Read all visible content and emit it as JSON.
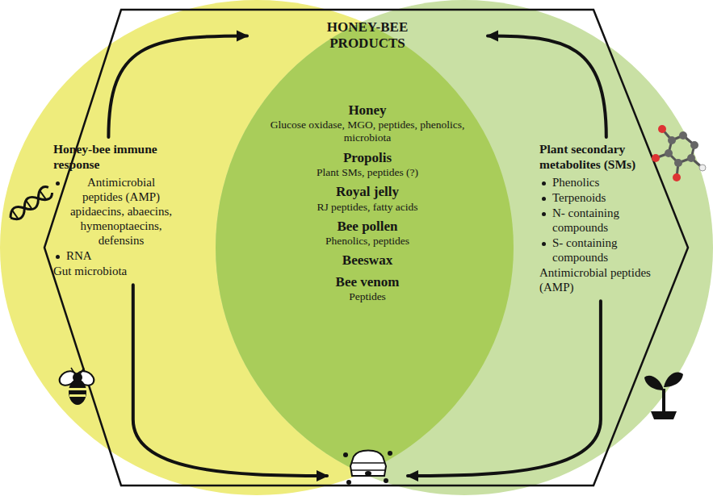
{
  "diagram": {
    "nodes": [
      {
        "text": [
          "HONEY-BEE PRODUCTS",
          "Honey",
          "Glucose oxidase, MGO, peptides, phenolics, microbiota",
          "Propolis",
          "Plant SMs, peptides (?)",
          "Royal jelly",
          "RJ peptides, fatty acids",
          "Bee pollen",
          "Phenolics, peptides",
          "Beeswax",
          "Bee venom",
          "Peptides"
        ]
      },
      {
        "text": [
          "Honey-bee immune response",
          "Antimicrobial peptides (AMP) apidaecins, abaecins, hymenoptaecins, defensins",
          "RNA",
          "Gut microbiota"
        ]
      },
      {
        "text": [
          "Plant secondary metabolites (SMs)",
          "Phenolics",
          "Terpenoids",
          "N- containing compounds",
          "S- containing compounds",
          "Antimicrobial peptides (AMP)"
        ]
      }
    ],
    "edges": [
      {
        "from": 1,
        "to": 0,
        "arrow": "to"
      },
      {
        "from": 2,
        "to": 0,
        "arrow": "to"
      },
      {
        "from": 1,
        "to": 0,
        "arrow": "to"
      },
      {
        "from": 2,
        "to": 0,
        "arrow": "to"
      }
    ]
  }
}
